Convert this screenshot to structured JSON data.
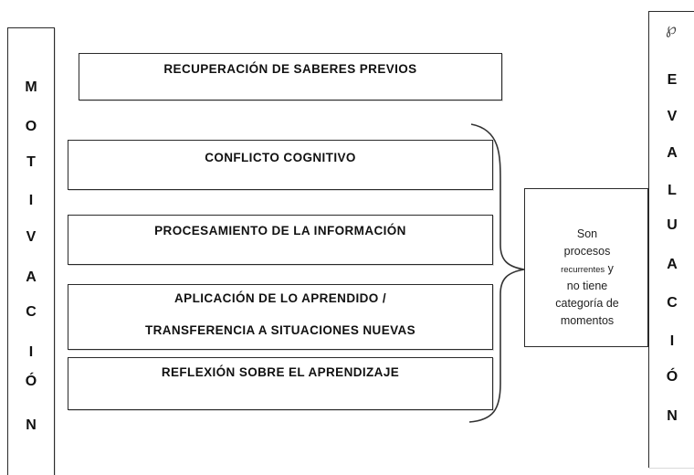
{
  "left_column": {
    "letters": [
      "M",
      "O",
      "T",
      "I",
      "V",
      "A",
      "C",
      "I",
      "Ó",
      "N"
    ]
  },
  "right_column": {
    "icon": "pinterest-icon",
    "letters": [
      "E",
      "V",
      "A",
      "L",
      "U",
      "A",
      "C",
      "I",
      "Ó",
      "N"
    ]
  },
  "steps": [
    {
      "id": "recuperacion",
      "lines": [
        "RECUPERACIÓN DE SABERES PREVIOS"
      ]
    },
    {
      "id": "conflicto",
      "lines": [
        "CONFLICTO COGNITIVO"
      ]
    },
    {
      "id": "procesamiento",
      "lines": [
        "PROCESAMIENTO DE LA INFORMACIÓN"
      ]
    },
    {
      "id": "aplicacion",
      "lines": [
        "APLICACIÓN DE LO APRENDIDO  /",
        "TRANSFERENCIA A SITUACIONES NUEVAS"
      ]
    },
    {
      "id": "reflexion",
      "lines": [
        "REFLEXIÓN SOBRE EL APRENDIZAJE"
      ]
    }
  ],
  "note": {
    "line1": "Son",
    "line2": "procesos",
    "line3_small": "recurrentes",
    "line3_rest": " y",
    "line4": "no tiene",
    "line5": "categoría de",
    "line6": "momentos"
  }
}
